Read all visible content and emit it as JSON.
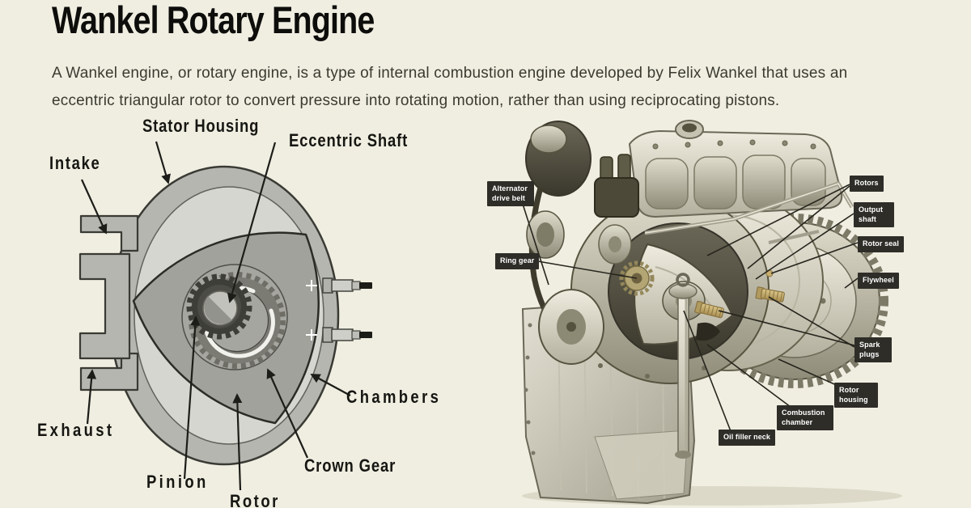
{
  "page": {
    "background_color": "#f0eee1",
    "title_color": "#0d0d0b",
    "label_box_color": "#2e2d28",
    "label_box_text_color": "#ffffff"
  },
  "header": {
    "title": "Wankel Rotary Engine",
    "description": "A Wankel engine, or rotary engine, is a type of internal combustion engine developed by Felix Wankel that uses an eccentric triangular rotor to convert pressure into rotating motion, rather than using reciprocating pistons."
  },
  "left_diagram": {
    "name": "Rotary engine cross-section diagram",
    "labels": [
      {
        "id": "stator-housing",
        "text": "Stator Housing"
      },
      {
        "id": "eccentric-shaft",
        "text": "Eccentric Shaft"
      },
      {
        "id": "intake",
        "text": "Intake"
      },
      {
        "id": "exhaust",
        "text": "Exhaust"
      },
      {
        "id": "pinion",
        "text": "Pinion"
      },
      {
        "id": "rotor",
        "text": "Rotor"
      },
      {
        "id": "crown-gear",
        "text": "Crown Gear"
      },
      {
        "id": "chambers",
        "text": "Chambers"
      }
    ]
  },
  "right_diagram": {
    "name": "Rotary engine cutaway illustration",
    "labels": [
      {
        "id": "alternator-drive-belt",
        "text": "Alternator drive belt"
      },
      {
        "id": "ring-gear",
        "text": "Ring gear"
      },
      {
        "id": "rotors",
        "text": "Rotors"
      },
      {
        "id": "output-shaft",
        "text": "Output shaft"
      },
      {
        "id": "rotor-seal",
        "text": "Rotor seal"
      },
      {
        "id": "flywheel",
        "text": "Flywheel"
      },
      {
        "id": "spark-plugs",
        "text": "Spark plugs"
      },
      {
        "id": "rotor-housing",
        "text": "Rotor housing"
      },
      {
        "id": "combustion-chamber",
        "text": "Combustion chamber"
      },
      {
        "id": "oil-filler-neck",
        "text": "Oil filler neck"
      }
    ]
  }
}
